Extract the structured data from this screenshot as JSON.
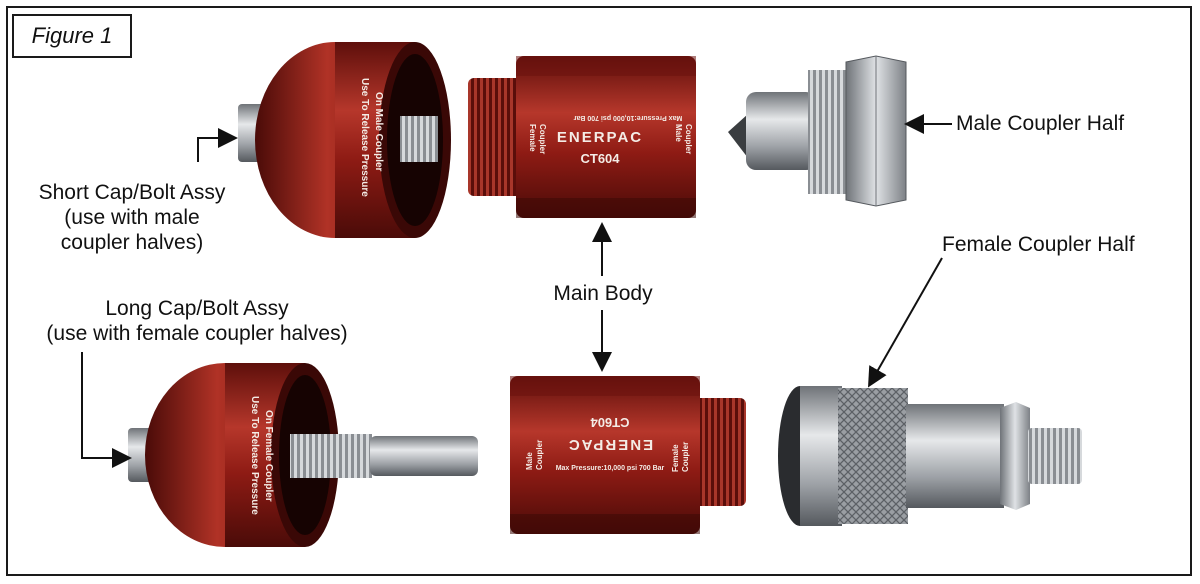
{
  "figure": {
    "label": "Figure 1"
  },
  "callouts": {
    "short_cap": [
      "Short Cap/Bolt Assy",
      "(use with male",
      "coupler halves)"
    ],
    "long_cap": [
      "Long Cap/Bolt Assy",
      "(use with female coupler halves)"
    ],
    "main_body": "Main Body",
    "male_half": "Male Coupler Half",
    "female_half": "Female Coupler Half"
  },
  "engravings": {
    "cap_short": [
      "Use To Release Pressure",
      "On Male Coupler"
    ],
    "cap_long": [
      "Use To Release Pressure",
      "On Female Coupler"
    ],
    "body_brand": "ENERPAC",
    "body_model": "CT604",
    "body_pressure": "Max Pressure:10,000 psi 700 Bar",
    "body_female": [
      "Female",
      "Coupler"
    ],
    "body_male": [
      "Male",
      "Coupler"
    ]
  },
  "colors": {
    "anodized_red": "#8e1b14",
    "steel": "#b8bcc0",
    "line": "#111111"
  }
}
